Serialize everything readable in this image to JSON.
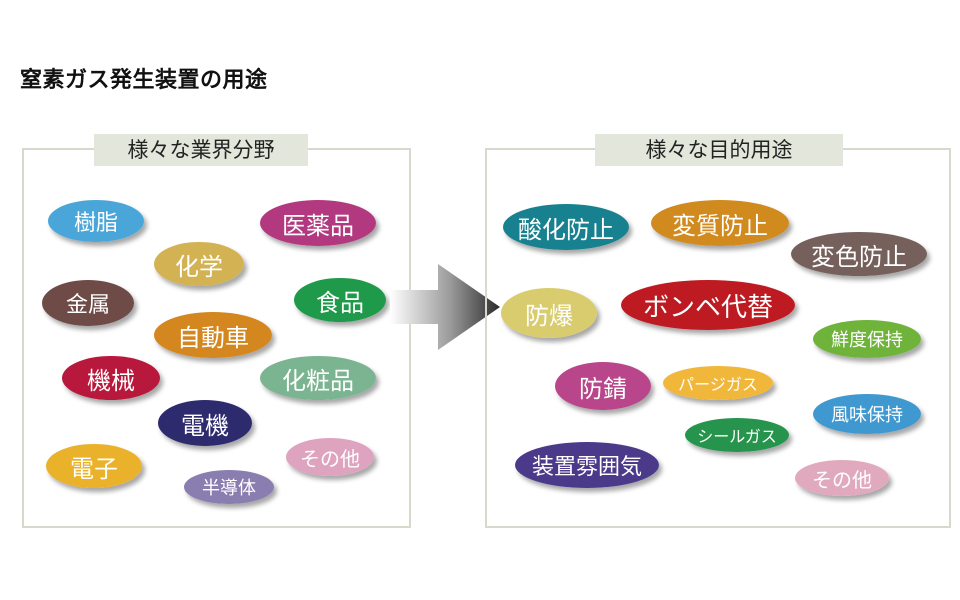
{
  "title": "窒素ガス発生装置の用途",
  "left_panel": {
    "label": "様々な業界分野",
    "items": [
      {
        "text": "樹脂",
        "color": "#4aa6d8"
      },
      {
        "text": "化学",
        "color": "#d2b253"
      },
      {
        "text": "医薬品",
        "color": "#b2397f"
      },
      {
        "text": "金属",
        "color": "#6e4b47"
      },
      {
        "text": "自動車",
        "color": "#d4861f"
      },
      {
        "text": "食品",
        "color": "#1f9a4a"
      },
      {
        "text": "機械",
        "color": "#b8183c"
      },
      {
        "text": "化粧品",
        "color": "#7bb490"
      },
      {
        "text": "電機",
        "color": "#2d2a6e"
      },
      {
        "text": "電子",
        "color": "#eab12a"
      },
      {
        "text": "その他",
        "color": "#dda3bf"
      },
      {
        "text": "半導体",
        "color": "#8a7db0"
      }
    ]
  },
  "right_panel": {
    "label": "様々な目的用途",
    "items": [
      {
        "text": "酸化防止",
        "color": "#17818f"
      },
      {
        "text": "変質防止",
        "color": "#d08a1e"
      },
      {
        "text": "変色防止",
        "color": "#75605b"
      },
      {
        "text": "防爆",
        "color": "#d9cc6e"
      },
      {
        "text": "ボンベ代替",
        "color": "#bd1a22"
      },
      {
        "text": "鮮度保持",
        "color": "#6fb33b"
      },
      {
        "text": "防錆",
        "color": "#b9458a"
      },
      {
        "text": "パージガス",
        "color": "#f1b73b"
      },
      {
        "text": "風味保持",
        "color": "#3f98cf"
      },
      {
        "text": "シールガス",
        "color": "#26944d"
      },
      {
        "text": "装置雰囲気",
        "color": "#4b3a8a"
      },
      {
        "text": "その他",
        "color": "#e1a9be"
      }
    ]
  }
}
